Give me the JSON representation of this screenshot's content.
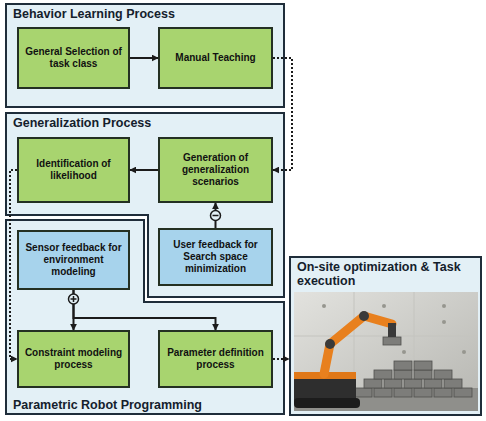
{
  "diagram": {
    "nodes": [
      {
        "text": [
          "Behavior Learning Process"
        ]
      },
      {
        "text": [
          "General Selection of task class"
        ],
        "in": 0
      },
      {
        "text": [
          "Manual Teaching"
        ],
        "in": 0
      },
      {
        "text": [
          "Generalization Process"
        ]
      },
      {
        "text": [
          "Identification of likelihood"
        ],
        "in": 3
      },
      {
        "text": [
          "Generation of generalization scenarios"
        ],
        "in": 3
      },
      {
        "text": [
          "User feedback for Search space minimization"
        ],
        "in": 3
      },
      {
        "text": [
          "Parametric Robot Programming"
        ]
      },
      {
        "text": [
          "Sensor feedback for environment modeling"
        ],
        "in": 7
      },
      {
        "text": [
          "Constraint modeling process"
        ],
        "in": 7
      },
      {
        "text": [
          "Parameter definition process"
        ],
        "in": 7
      },
      {
        "text": [
          "On-site optimization & Task execution"
        ]
      }
    ],
    "edges": [
      {
        "from": 1,
        "to": 2,
        "arrow": "to"
      },
      {
        "from": 2,
        "to": 5,
        "arrow": "to"
      },
      {
        "from": 5,
        "to": 4,
        "arrow": "to"
      },
      {
        "from": 6,
        "to": 5,
        "arrow": "to"
      },
      {
        "from": 4,
        "to": 9,
        "arrow": "to"
      },
      {
        "from": 8,
        "to": 9,
        "arrow": "to"
      },
      {
        "from": 8,
        "to": 10,
        "arrow": "to"
      },
      {
        "from": 10,
        "to": 11,
        "arrow": "to"
      }
    ]
  }
}
